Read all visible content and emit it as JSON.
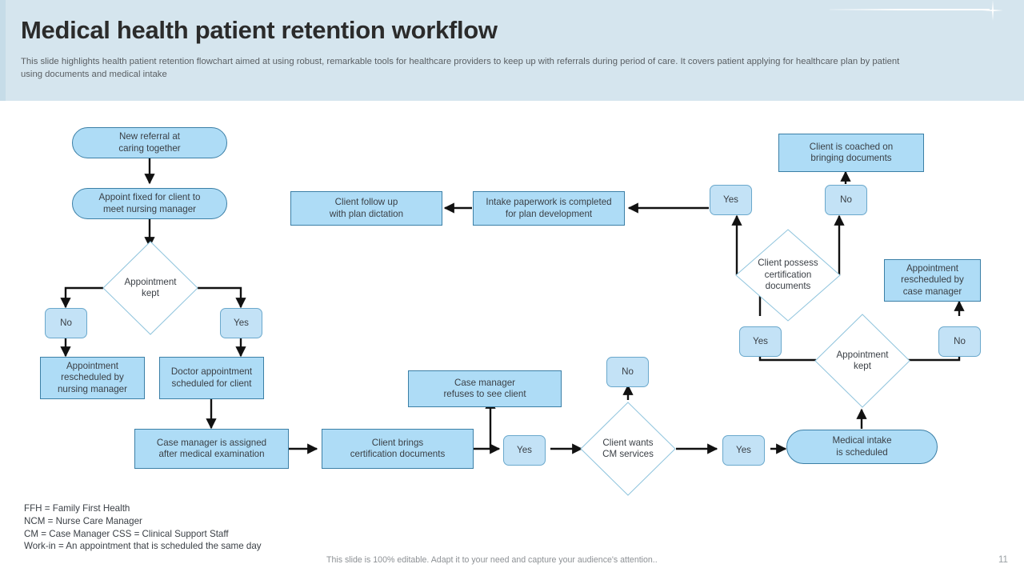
{
  "header": {
    "title": "Medical health patient retention workflow",
    "subtitle": "This slide highlights health patient retention flowchart aimed at using robust, remarkable tools for healthcare providers to keep up with referrals during period of care. It covers patient applying for healthcare plan by patient using documents and medical intake",
    "accent_color": "#d5e5ee",
    "sparkle_icon": "sparkle-star-icon"
  },
  "flow": {
    "node_fill": "#aedcf6",
    "node_border": "#3b7fa6",
    "chip_fill": "#c3e2f6",
    "diamond_border": "#8fc4dd",
    "arrow_color": "#000000",
    "nodes": {
      "new_referral": "New referral  at\ncaring together",
      "appoint_fixed": "Appoint fixed for client to\nmeet nursing manager",
      "appointment_kept_left": "Appointment\nkept",
      "chip_no_left": "No",
      "chip_yes_left": "Yes",
      "appt_resched_nursing": "Appointment\nrescheduled by\nnursing manager",
      "doctor_appt": "Doctor appointment\nscheduled for client",
      "case_manager_assigned": "Case manager is assigned\nafter medical examination",
      "client_brings_docs": "Client brings\ncertification documents",
      "case_manager_refuses": "Case manager\nrefuses to see client",
      "chip_yes_cm": "Yes",
      "chip_no_cm": "No",
      "client_wants_cm": "Client wants\nCM services",
      "chip_yes_intake": "Yes",
      "medical_intake": "Medical intake\nis scheduled",
      "appointment_kept_right": "Appointment\nkept",
      "chip_yes_right": "Yes",
      "chip_no_right": "No",
      "appt_resched_case": "Appointment\nrescheduled by\ncase manager",
      "client_possess_docs": "Client possess\ncertification\ndocuments",
      "chip_yes_possess": "Yes",
      "chip_no_possess": "No",
      "client_coached": "Client is coached on\nbringing documents",
      "intake_paperwork": "Intake paperwork is completed\nfor plan development",
      "client_follow_up": "Client follow up\nwith plan dictation"
    }
  },
  "legend": "FFH = Family First Health\nNCM = Nurse Care Manager\nCM = Case Manager CSS = Clinical Support Staff\nWork-in = An appointment that is scheduled the same day",
  "footer": {
    "note": "This slide is 100% editable. Adapt it to your need and capture your audience's attention..",
    "page_number": "11"
  }
}
